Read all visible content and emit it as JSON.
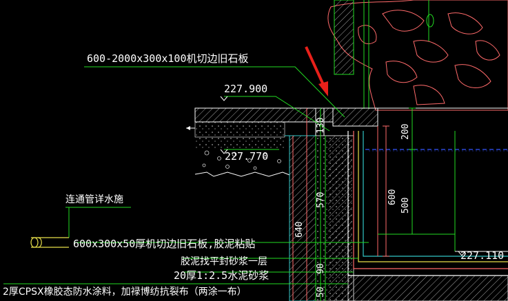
{
  "drawing": {
    "labels": {
      "stone_slab_top": "600-2000x300x100机切边旧石板",
      "elev_top": "227.900",
      "elev_mid": "227.770",
      "elev_right": "227.110",
      "pipe_note": "连通管详水施",
      "layer_1": "600x300x50厚机切边旧石板,胶泥粘贴",
      "layer_2": "胶泥找平封砂浆一层",
      "layer_3": "20厚1:2.5水泥砂浆",
      "layer_4": "2厚CPSX橡胶态防水涂料，加禄博纺抗裂布（两涂一布）"
    },
    "dims": {
      "d130": "130",
      "d200": "200",
      "d600": "600",
      "d500": "500",
      "d570": "570",
      "d640": "640",
      "d90": "90",
      "d50": "50"
    }
  },
  "colors": {
    "background": "#000000",
    "green": "#22dd22",
    "red_pink": "#ff6a6a",
    "yellow": "#e8e04a",
    "cyan": "#33c8c8",
    "blue_dashed": "#3355ff",
    "arrow_red": "#e8201a",
    "white": "#ffffff",
    "hatch": "#d8d8d8"
  }
}
